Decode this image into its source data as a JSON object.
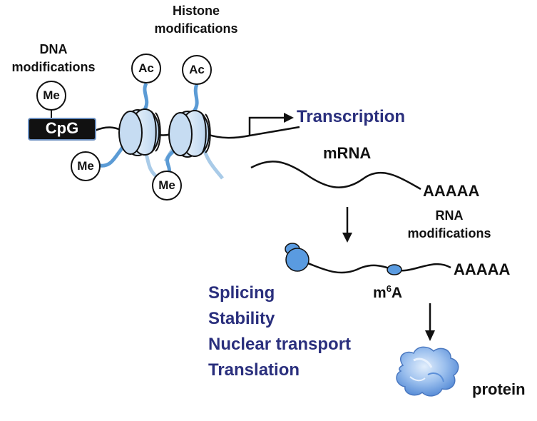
{
  "labels": {
    "histone_modifications_line1": "Histone",
    "histone_modifications_line2": "modifications",
    "dna_modifications_line1": "DNA",
    "dna_modifications_line2": "modifications",
    "me": "Me",
    "ac": "Ac",
    "cpg": "CpG",
    "transcription": "Transcription",
    "mrna": "mRNA",
    "poly_a_1": "AAAAA",
    "poly_a_2": "AAAAA",
    "rna_modifications_line1": "RNA",
    "rna_modifications_line2": "modifications",
    "m6a_base": "m",
    "m6a_sup": "6",
    "m6a_tail": "A",
    "protein": "protein"
  },
  "effects": [
    "Splicing",
    "Stability",
    "Nuclear transport",
    "Translation"
  ],
  "colors": {
    "navy_text": "#2a2f7d",
    "tail_blue": "#5b9bd5",
    "light_tail": "#a9cbe8",
    "nucleosome_fill": "#c6dcf2",
    "ribosome_fill": "#5a9be0",
    "protein_fill": "#9cc0ee"
  }
}
